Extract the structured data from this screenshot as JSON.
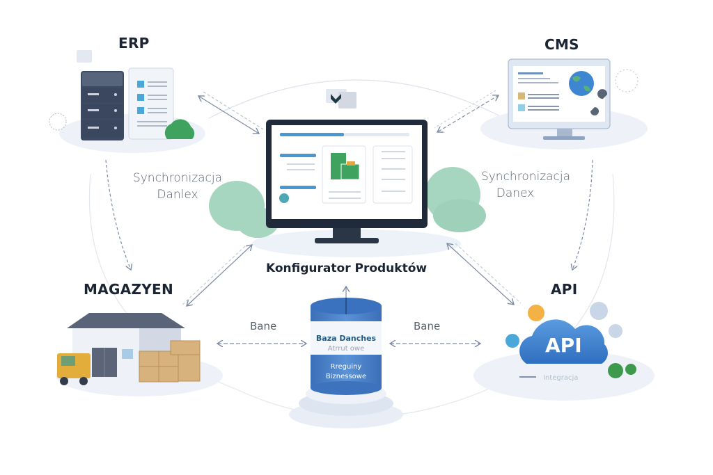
{
  "center": {
    "title": "Konfigurator Produktów"
  },
  "nodes": {
    "erp": {
      "title": "ERP"
    },
    "cms": {
      "title": "CMS"
    },
    "warehouse": {
      "title": "MAGAZYEN"
    },
    "api": {
      "title": "API",
      "cloud_label": "API",
      "caption": "Integracja"
    }
  },
  "labels": {
    "sync_left_line1": "Synchronizacja",
    "sync_left_line2": "Danlex",
    "sync_right_line1": "Synchronizacja",
    "sync_right_line2": "Danex",
    "data_left": "Bane",
    "data_right": "Bane"
  },
  "database": {
    "title": "Baza Danches",
    "subtitle": "Atrrut owe",
    "rules_line1": "Rreguiny",
    "rules_line2": "Biznessowe"
  },
  "colors": {
    "text_dark": "#1b2433",
    "text_muted": "#5a6270",
    "accent_blue": "#3d7cc9",
    "monitor_frame": "#1f2a3a",
    "green": "#3fa35f",
    "tree_green": "#9fd3bd",
    "arrow": "#7d8aa3"
  }
}
